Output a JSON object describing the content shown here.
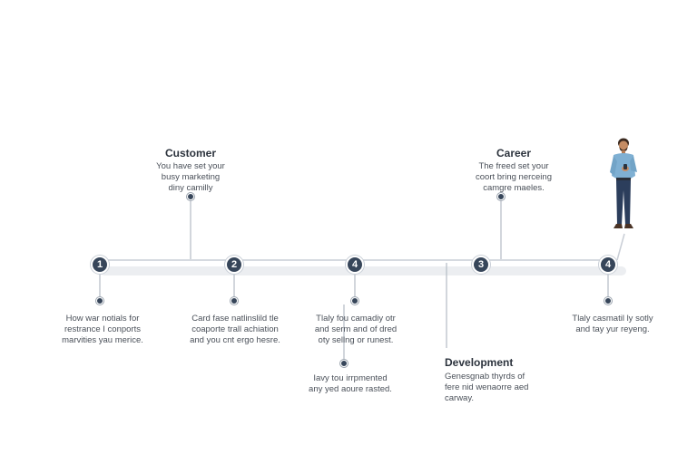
{
  "colors": {
    "node_fill": "#37465a",
    "line": "#c9ced6",
    "track_shadow": "#eceef1",
    "shirt": "#7fb0d3",
    "trousers": "#2c3e5c"
  },
  "stages": [
    {
      "number": "1"
    },
    {
      "number": "2"
    },
    {
      "number": "4"
    },
    {
      "number": "3"
    },
    {
      "number": "4"
    }
  ],
  "callouts": {
    "customer": {
      "title": "Customer",
      "text": "You have set your\nbusy marketing\ndiny camilly"
    },
    "career": {
      "title": "Career",
      "text": "The freed set your\ncoort bring nerceing\ncamgre maeles."
    },
    "development": {
      "title": "Development",
      "text": "Genesgnab thyrds of\nfere nid wenaorre aed\ncarway."
    }
  },
  "descriptions": {
    "stage1": "How war notials for\nrestrance I conports\nmarvities yau merice.",
    "stage2": "Card fase natlinslild tle\ncoaporte trall achiation\nand you cnt ergo hesre.",
    "stage3": "Tlaly fou camadiy otr\nand serm and of dred\noty sellng or runest.",
    "stage3b": "Iavy tou irrpmented\nany yed aoure rasted.",
    "stage5": "Tlaly casmatil ly sotly\nand tay yur reyeng."
  },
  "icons": {
    "person": "person-illustration"
  }
}
